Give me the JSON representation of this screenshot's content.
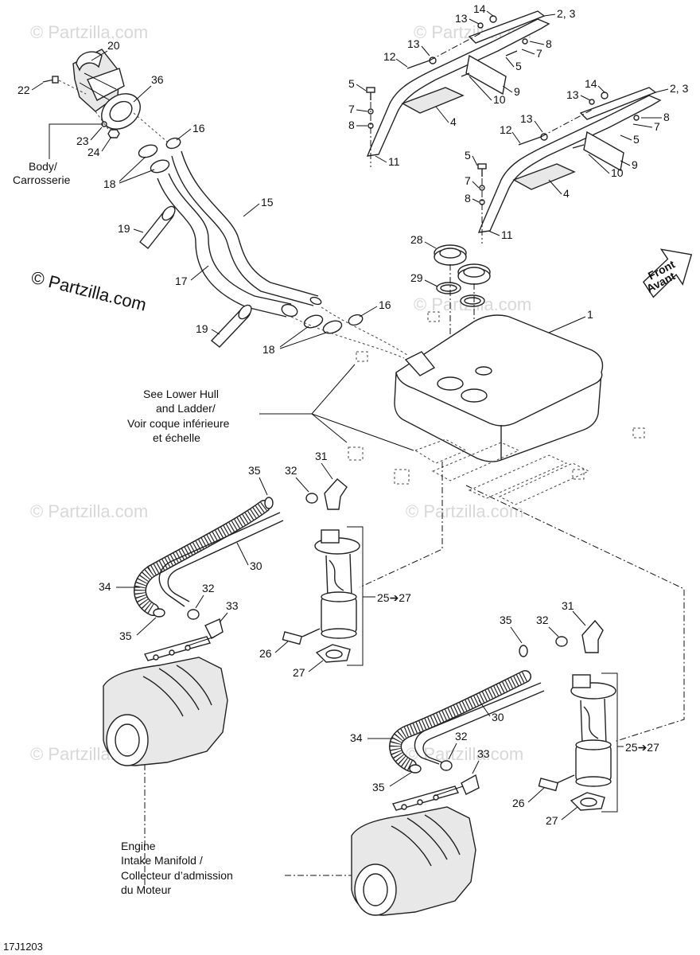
{
  "watermarks": {
    "copyright": "© Partzilla.com",
    "faint": "© Partzilla.com"
  },
  "figure_ref": "17J1203",
  "notes": {
    "body": [
      "Body/",
      "Carrosserie"
    ],
    "lower_hull": [
      "See Lower Hull",
      "and Ladder/",
      "Voir coque inférieure",
      "et échelle"
    ],
    "engine": [
      "Engine",
      "Intake Manifold /",
      "Collecteur d’admission",
      "du Moteur"
    ],
    "front": [
      "Front",
      "Avant"
    ]
  },
  "callouts": {
    "c1": "1",
    "c2_3": "2, 3",
    "c4": "4",
    "c5": "5",
    "c7": "7",
    "c8": "8",
    "c9": "9",
    "c10": "10",
    "c11": "11",
    "c12": "12",
    "c13": "13",
    "c14": "14",
    "c15": "15",
    "c16": "16",
    "c17": "17",
    "c18": "18",
    "c19": "19",
    "c20": "20",
    "c22": "22",
    "c23": "23",
    "c24": "24",
    "c25_27": "25➔27",
    "c26": "26",
    "c27": "27",
    "c28": "28",
    "c29": "29",
    "c30": "30",
    "c31": "31",
    "c32": "32",
    "c33": "33",
    "c34": "34",
    "c35": "35",
    "c36": "36"
  },
  "part_icons": [
    "filler-neck-icon",
    "strap-icon",
    "pad-icon",
    "hose-icon",
    "clamp-icon",
    "cable-tie-icon",
    "fuel-tank-icon",
    "lock-ring-icon",
    "gasket-icon",
    "fuel-pump-icon",
    "elbow-fitting-icon",
    "intake-manifold-icon",
    "arrow-icon"
  ]
}
